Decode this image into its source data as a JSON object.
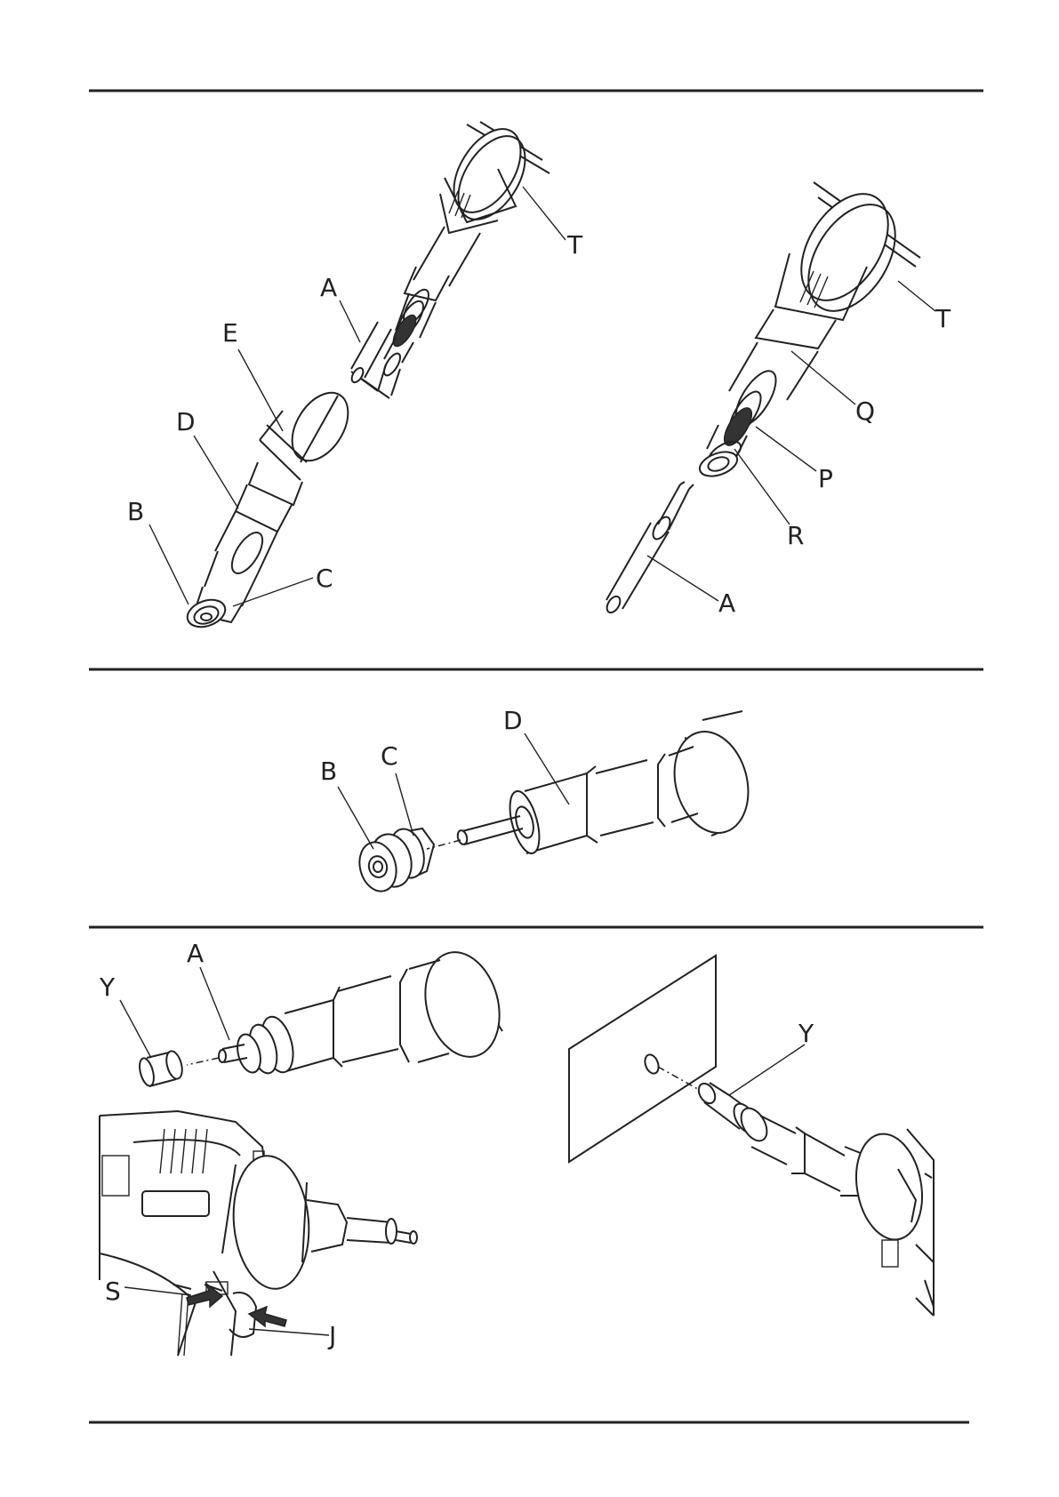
{
  "colors": {
    "ink": "#222222",
    "background": "#ffffff"
  },
  "figures": {
    "fig1": {
      "labels": {
        "T_left": "T",
        "A_left": "A",
        "E": "E",
        "D": "D",
        "B": "B",
        "C": "C",
        "T_right": "T",
        "Q": "Q",
        "P": "P",
        "R": "R",
        "A_right": "A"
      }
    },
    "fig2": {
      "labels": {
        "B": "B",
        "C": "C",
        "D": "D"
      }
    },
    "fig3": {
      "labels": {
        "A": "A",
        "Y_left": "Y",
        "S": "S",
        "J": "J",
        "Y_right": "Y"
      }
    }
  }
}
